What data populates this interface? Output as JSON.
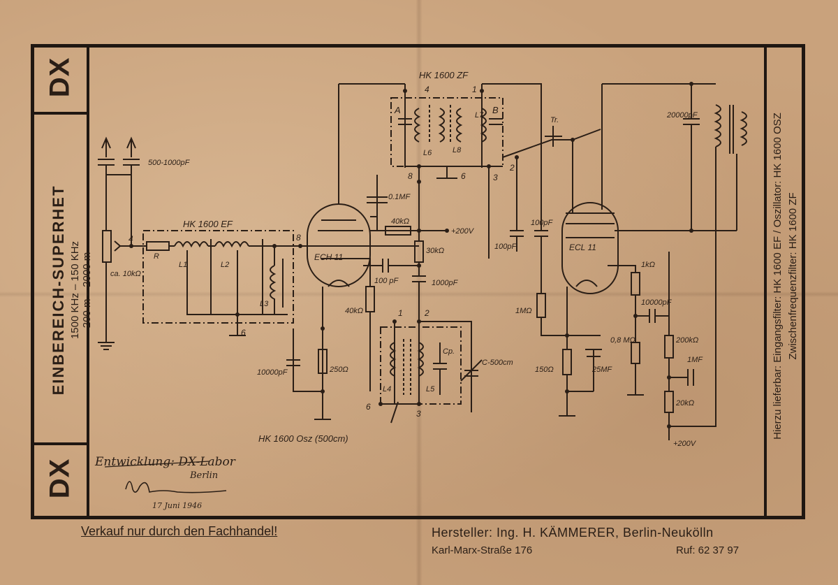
{
  "side_left": {
    "dx_top": "DX",
    "dx_bottom": "DX",
    "title": "EINBEREICH-SUPERHET",
    "freq": "1500 KHz – 150 KHz",
    "wave": "200 m – 2000 m"
  },
  "side_right": {
    "line1": "Hierzu lieferbar: Eingangsfilter: HK 1600 EF / Oszillator: HK 1600 OSZ",
    "line2": "Zwischenfrequenzfilter: HK 1600 ZF"
  },
  "footer": {
    "sales": "Verkauf nur durch den Fachhandel!",
    "maker": "Hersteller: Ing. H. KÄMMERER, Berlin-Neukölln",
    "address": "Karl-Marx-Straße 176",
    "phone": "Ruf: 62 37 97"
  },
  "signature": {
    "lab": "Entwicklung: DX-Labor",
    "city": "Berlin",
    "date": "17 Juni 1946"
  },
  "schematic": {
    "zf_label": "HK 1600 ZF",
    "ef_label": "HK 1600 EF",
    "osz_label": "HK 1600 Osz (500cm)",
    "tube1": "ECH 11",
    "tube2": "ECL 11",
    "labels": {
      "cap_antenna": "500-1000pF",
      "pot": "ca. 10kΩ",
      "r": "R",
      "l1": "L1",
      "l2": "L2",
      "l3": "L3",
      "l4": "L4",
      "l5": "L5",
      "l6": "L6",
      "l7": "L7",
      "l8": "L8",
      "a": "A",
      "b": "B",
      "tr": "Tr.",
      "c01": "0.1MF",
      "r40k_top": "40kΩ",
      "plus200_top": "+200V",
      "r30k": "30kΩ",
      "c100pf": "100 pF",
      "c1000pf": "1000pF",
      "r40k": "40kΩ",
      "c10000pf": "10000pF",
      "r250": "250Ω",
      "cp": "Cp.",
      "c500": "C-500cm",
      "c100pf_a": "100pF",
      "c100pf_b": "100pF",
      "r1m": "1MΩ",
      "r150": "150Ω",
      "c25mf": "25MF",
      "r1k": "1kΩ",
      "c10000pf_b": "10000pF",
      "r08m": "0,8 MΩ",
      "r200k": "200kΩ",
      "c1mf": "1MF",
      "r20k": "20kΩ",
      "plus200_bot": "+200V",
      "c20000pf": "20000pF",
      "pin_4a": "4",
      "pin_1a": "1",
      "pin_8a": "8",
      "pin_6a": "6",
      "pin_3a": "3",
      "pin_2a": "2",
      "pin_4b": "4",
      "pin_8b": "8",
      "pin_6b": "6",
      "pin_1c": "1",
      "pin_2c": "2",
      "pin_6c": "6",
      "pin_3c": "3"
    }
  }
}
